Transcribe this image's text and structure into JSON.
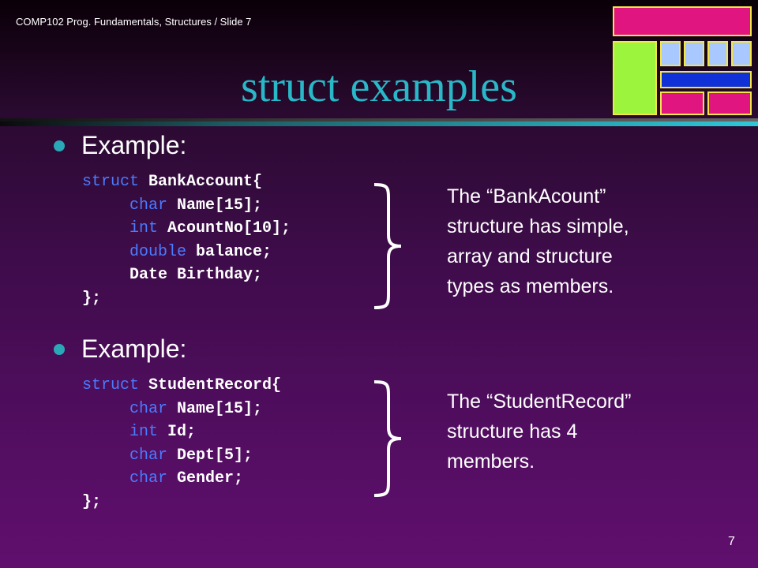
{
  "header": {
    "text": "COMP102 Prog. Fundamentals, Structures / Slide 7"
  },
  "title": "struct examples",
  "colors": {
    "title": "#28b8c8",
    "keyword": "#4a7cff",
    "bullet": "#2aa8b8",
    "logo_magenta": "#e0157f",
    "logo_green": "#9cf53c",
    "logo_lightblue": "#a8c8ff",
    "logo_blue": "#1030d8",
    "logo_border": "#f4e54a"
  },
  "examples": [
    {
      "label": "Example:",
      "code": [
        {
          "indent": false,
          "kw": "struct",
          "rest": " BankAccount{"
        },
        {
          "indent": true,
          "kw": "char",
          "rest": " Name[15];"
        },
        {
          "indent": true,
          "kw": "int",
          "rest": " AcountNo[10];"
        },
        {
          "indent": true,
          "kw": "double",
          "rest": " balance;"
        },
        {
          "indent": true,
          "kw": "",
          "rest": "Date Birthday;"
        },
        {
          "indent": false,
          "kw": "",
          "rest": "};"
        }
      ],
      "description": [
        "The “BankAcount”",
        "structure has simple,",
        "array and structure",
        "types as members."
      ]
    },
    {
      "label": "Example:",
      "code": [
        {
          "indent": false,
          "kw": "struct",
          "rest": " StudentRecord{"
        },
        {
          "indent": true,
          "kw": "char",
          "rest": " Name[15];"
        },
        {
          "indent": true,
          "kw": "int",
          "rest": " Id;"
        },
        {
          "indent": true,
          "kw": "char",
          "rest": " Dept[5];"
        },
        {
          "indent": true,
          "kw": "char",
          "rest": " Gender;"
        },
        {
          "indent": false,
          "kw": "",
          "rest": "};"
        }
      ],
      "description": [
        "The “StudentRecord”",
        "structure has 4",
        "members."
      ]
    }
  ],
  "page_number": "7"
}
